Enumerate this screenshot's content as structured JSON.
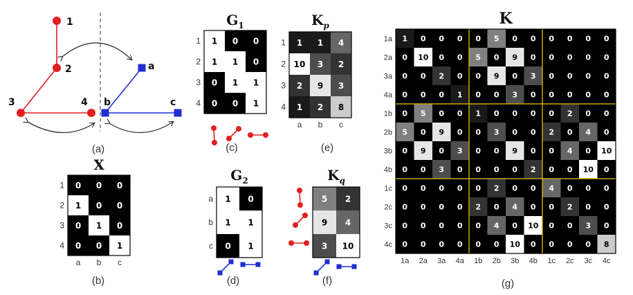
{
  "graph": {
    "nodes_left": [
      "1",
      "2",
      "3",
      "4"
    ],
    "nodes_right": [
      "a",
      "b",
      "c"
    ],
    "left_color": "#e02020",
    "right_color": "#1f2fd0"
  },
  "panel_labels": {
    "a": "(a)",
    "b": "(b)",
    "c": "(c)",
    "d": "(d)",
    "e": "(e)",
    "f": "(f)",
    "g": "(g)"
  },
  "matrices": {
    "X": {
      "title_main": "X",
      "title_sub": "",
      "rows": [
        "1",
        "2",
        "3",
        "4"
      ],
      "cols": [
        "a",
        "b",
        "c"
      ],
      "values": [
        [
          0,
          0,
          0
        ],
        [
          1,
          0,
          0
        ],
        [
          0,
          1,
          0
        ],
        [
          0,
          0,
          1
        ]
      ],
      "max": 1
    },
    "G1": {
      "title_main": "G",
      "title_sub": "1",
      "rows": [
        "1",
        "2",
        "3",
        "4"
      ],
      "cols": [],
      "values": [
        [
          1,
          0,
          0
        ],
        [
          1,
          1,
          0
        ],
        [
          0,
          1,
          1
        ],
        [
          0,
          0,
          1
        ]
      ],
      "max": 1
    },
    "G2": {
      "title_main": "G",
      "title_sub": "2",
      "rows": [
        "a",
        "b",
        "c"
      ],
      "cols": [],
      "values": [
        [
          1,
          0
        ],
        [
          1,
          1
        ],
        [
          0,
          1
        ]
      ],
      "max": 1
    },
    "Kp": {
      "title_main": "K",
      "title_sub": "p",
      "rows": [
        "1",
        "2",
        "3",
        "4"
      ],
      "cols": [
        "a",
        "b",
        "c"
      ],
      "values": [
        [
          1,
          1,
          4
        ],
        [
          10,
          3,
          2
        ],
        [
          2,
          9,
          3
        ],
        [
          1,
          2,
          8
        ]
      ],
      "max": 10
    },
    "Kq": {
      "title_main": "K",
      "title_sub": "q",
      "rows": [],
      "cols": [],
      "values": [
        [
          5,
          2
        ],
        [
          9,
          4
        ],
        [
          3,
          10
        ]
      ],
      "max": 10
    },
    "K": {
      "title_main": "K",
      "title_sub": "",
      "rows": [
        "1a",
        "2a",
        "3a",
        "4a",
        "1b",
        "2b",
        "3b",
        "4b",
        "1c",
        "2c",
        "3c",
        "4c"
      ],
      "cols": [
        "1a",
        "2a",
        "3a",
        "4a",
        "1b",
        "2b",
        "3b",
        "4b",
        "1c",
        "2c",
        "3c",
        "4c"
      ],
      "values": [
        [
          1,
          0,
          0,
          0,
          0,
          5,
          0,
          0,
          0,
          0,
          0,
          0
        ],
        [
          0,
          10,
          0,
          0,
          5,
          0,
          9,
          0,
          0,
          0,
          0,
          0
        ],
        [
          0,
          0,
          2,
          0,
          0,
          9,
          0,
          3,
          0,
          0,
          0,
          0
        ],
        [
          0,
          0,
          0,
          1,
          0,
          0,
          3,
          0,
          0,
          0,
          0,
          0
        ],
        [
          0,
          5,
          0,
          0,
          1,
          0,
          0,
          0,
          0,
          2,
          0,
          0
        ],
        [
          5,
          0,
          9,
          0,
          0,
          3,
          0,
          0,
          2,
          0,
          4,
          0
        ],
        [
          0,
          9,
          0,
          3,
          0,
          0,
          9,
          0,
          0,
          4,
          0,
          10
        ],
        [
          0,
          0,
          3,
          0,
          0,
          0,
          0,
          2,
          0,
          0,
          10,
          0
        ],
        [
          0,
          0,
          0,
          0,
          0,
          2,
          0,
          0,
          4,
          0,
          0,
          0
        ],
        [
          0,
          0,
          0,
          0,
          2,
          0,
          4,
          0,
          0,
          2,
          0,
          0
        ],
        [
          0,
          0,
          0,
          0,
          0,
          4,
          0,
          10,
          0,
          0,
          3,
          0
        ],
        [
          0,
          0,
          0,
          0,
          0,
          0,
          10,
          0,
          0,
          0,
          0,
          8
        ]
      ],
      "max": 10,
      "block_line_color": "#c8a800"
    }
  }
}
